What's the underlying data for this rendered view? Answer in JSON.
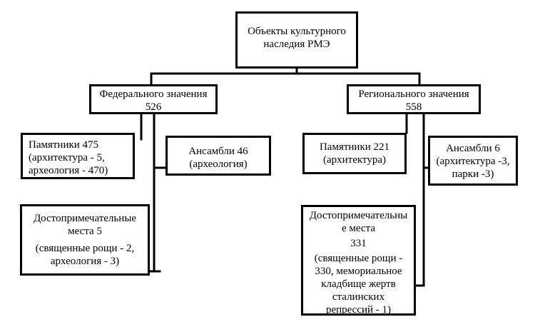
{
  "root": {
    "line1": "Объекты культурного",
    "line2": "наследия РМЭ"
  },
  "federal": {
    "title": "Федерального значения",
    "count": "526",
    "monuments": {
      "line1": "Памятники 475",
      "line2": "(архитектура - 5,",
      "line3": "археология - 470)"
    },
    "ensembles": {
      "line1": "Ансамбли 46",
      "line2": "(археология)"
    },
    "landmarks": {
      "line1": "Достопримечательные",
      "line2": "места 5",
      "line3": "(священные рощи - 2,",
      "line4": "археология - 3)"
    }
  },
  "regional": {
    "title": "Регионального значения",
    "count": "558",
    "monuments": {
      "line1": "Памятники 221",
      "line2": "(архитектура)"
    },
    "ensembles": {
      "line1": "Ансамбли 6",
      "line2": "(архитектура -3,",
      "line3": "парки -3)"
    },
    "landmarks": {
      "line1": "Достопримечательны",
      "line2": "е места",
      "line3": "331",
      "line4": "(священные рощи -",
      "line5": "330, мемориальное",
      "line6": "кладбище жертв",
      "line7": "сталинских",
      "line8": "репрессий - 1)"
    }
  }
}
